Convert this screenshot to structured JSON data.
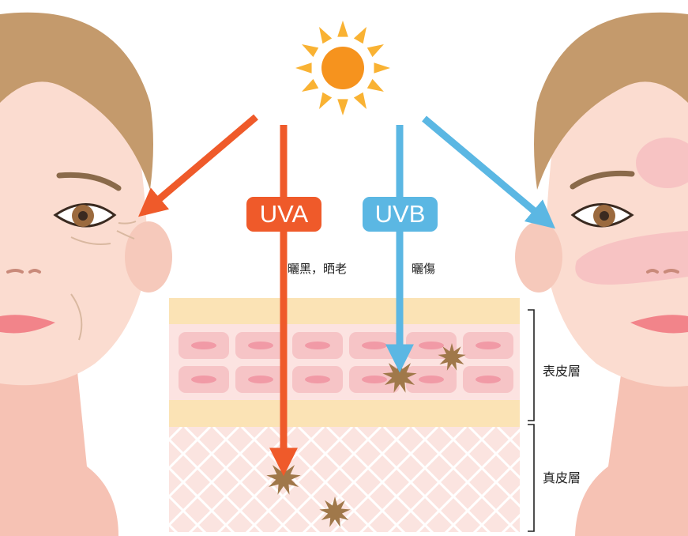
{
  "labels": {
    "uva": "UVA",
    "uvb": "UVB",
    "uva_effect": "曬黑，晒老",
    "uvb_effect": "曬傷",
    "epidermis": "表皮層",
    "dermis": "真皮層"
  },
  "colors": {
    "uva": "#ef5a2a",
    "uvb": "#5bb7e3",
    "sun": "#f6931e",
    "sun_rays": "#f9b233",
    "skin": "#fbdcd0",
    "hair": "#c49a6c",
    "epidermis_cells": "#f6c4c6",
    "stratum_corneum": "#fbe3b5",
    "dermis": "#fbe4e0",
    "melanin": "#a0784a"
  }
}
